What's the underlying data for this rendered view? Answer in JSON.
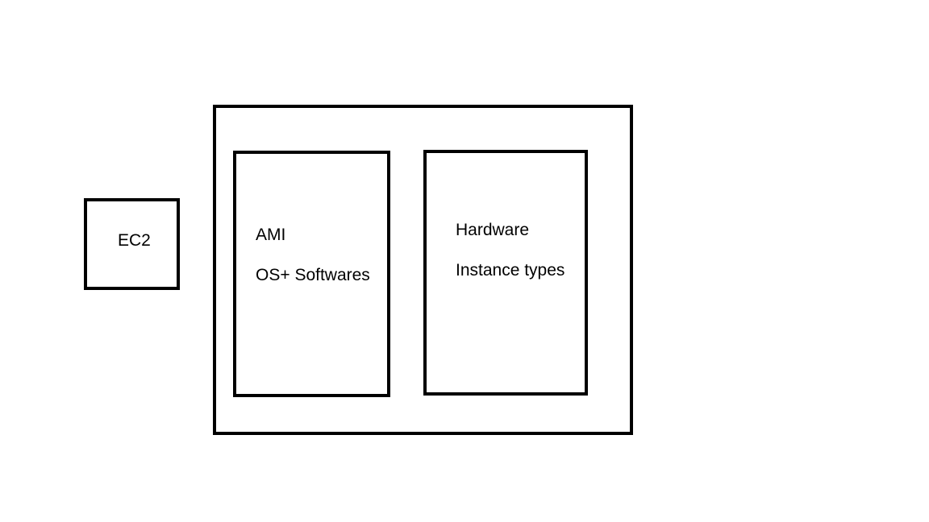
{
  "diagram": {
    "ec2": {
      "label": "EC2"
    },
    "container": {
      "ami": {
        "title": "AMI",
        "subtitle": "OS+ Softwares"
      },
      "hardware": {
        "title": "Hardware",
        "subtitle": "Instance types"
      }
    }
  },
  "colors": {
    "stroke": "#000000",
    "background": "#ffffff"
  }
}
